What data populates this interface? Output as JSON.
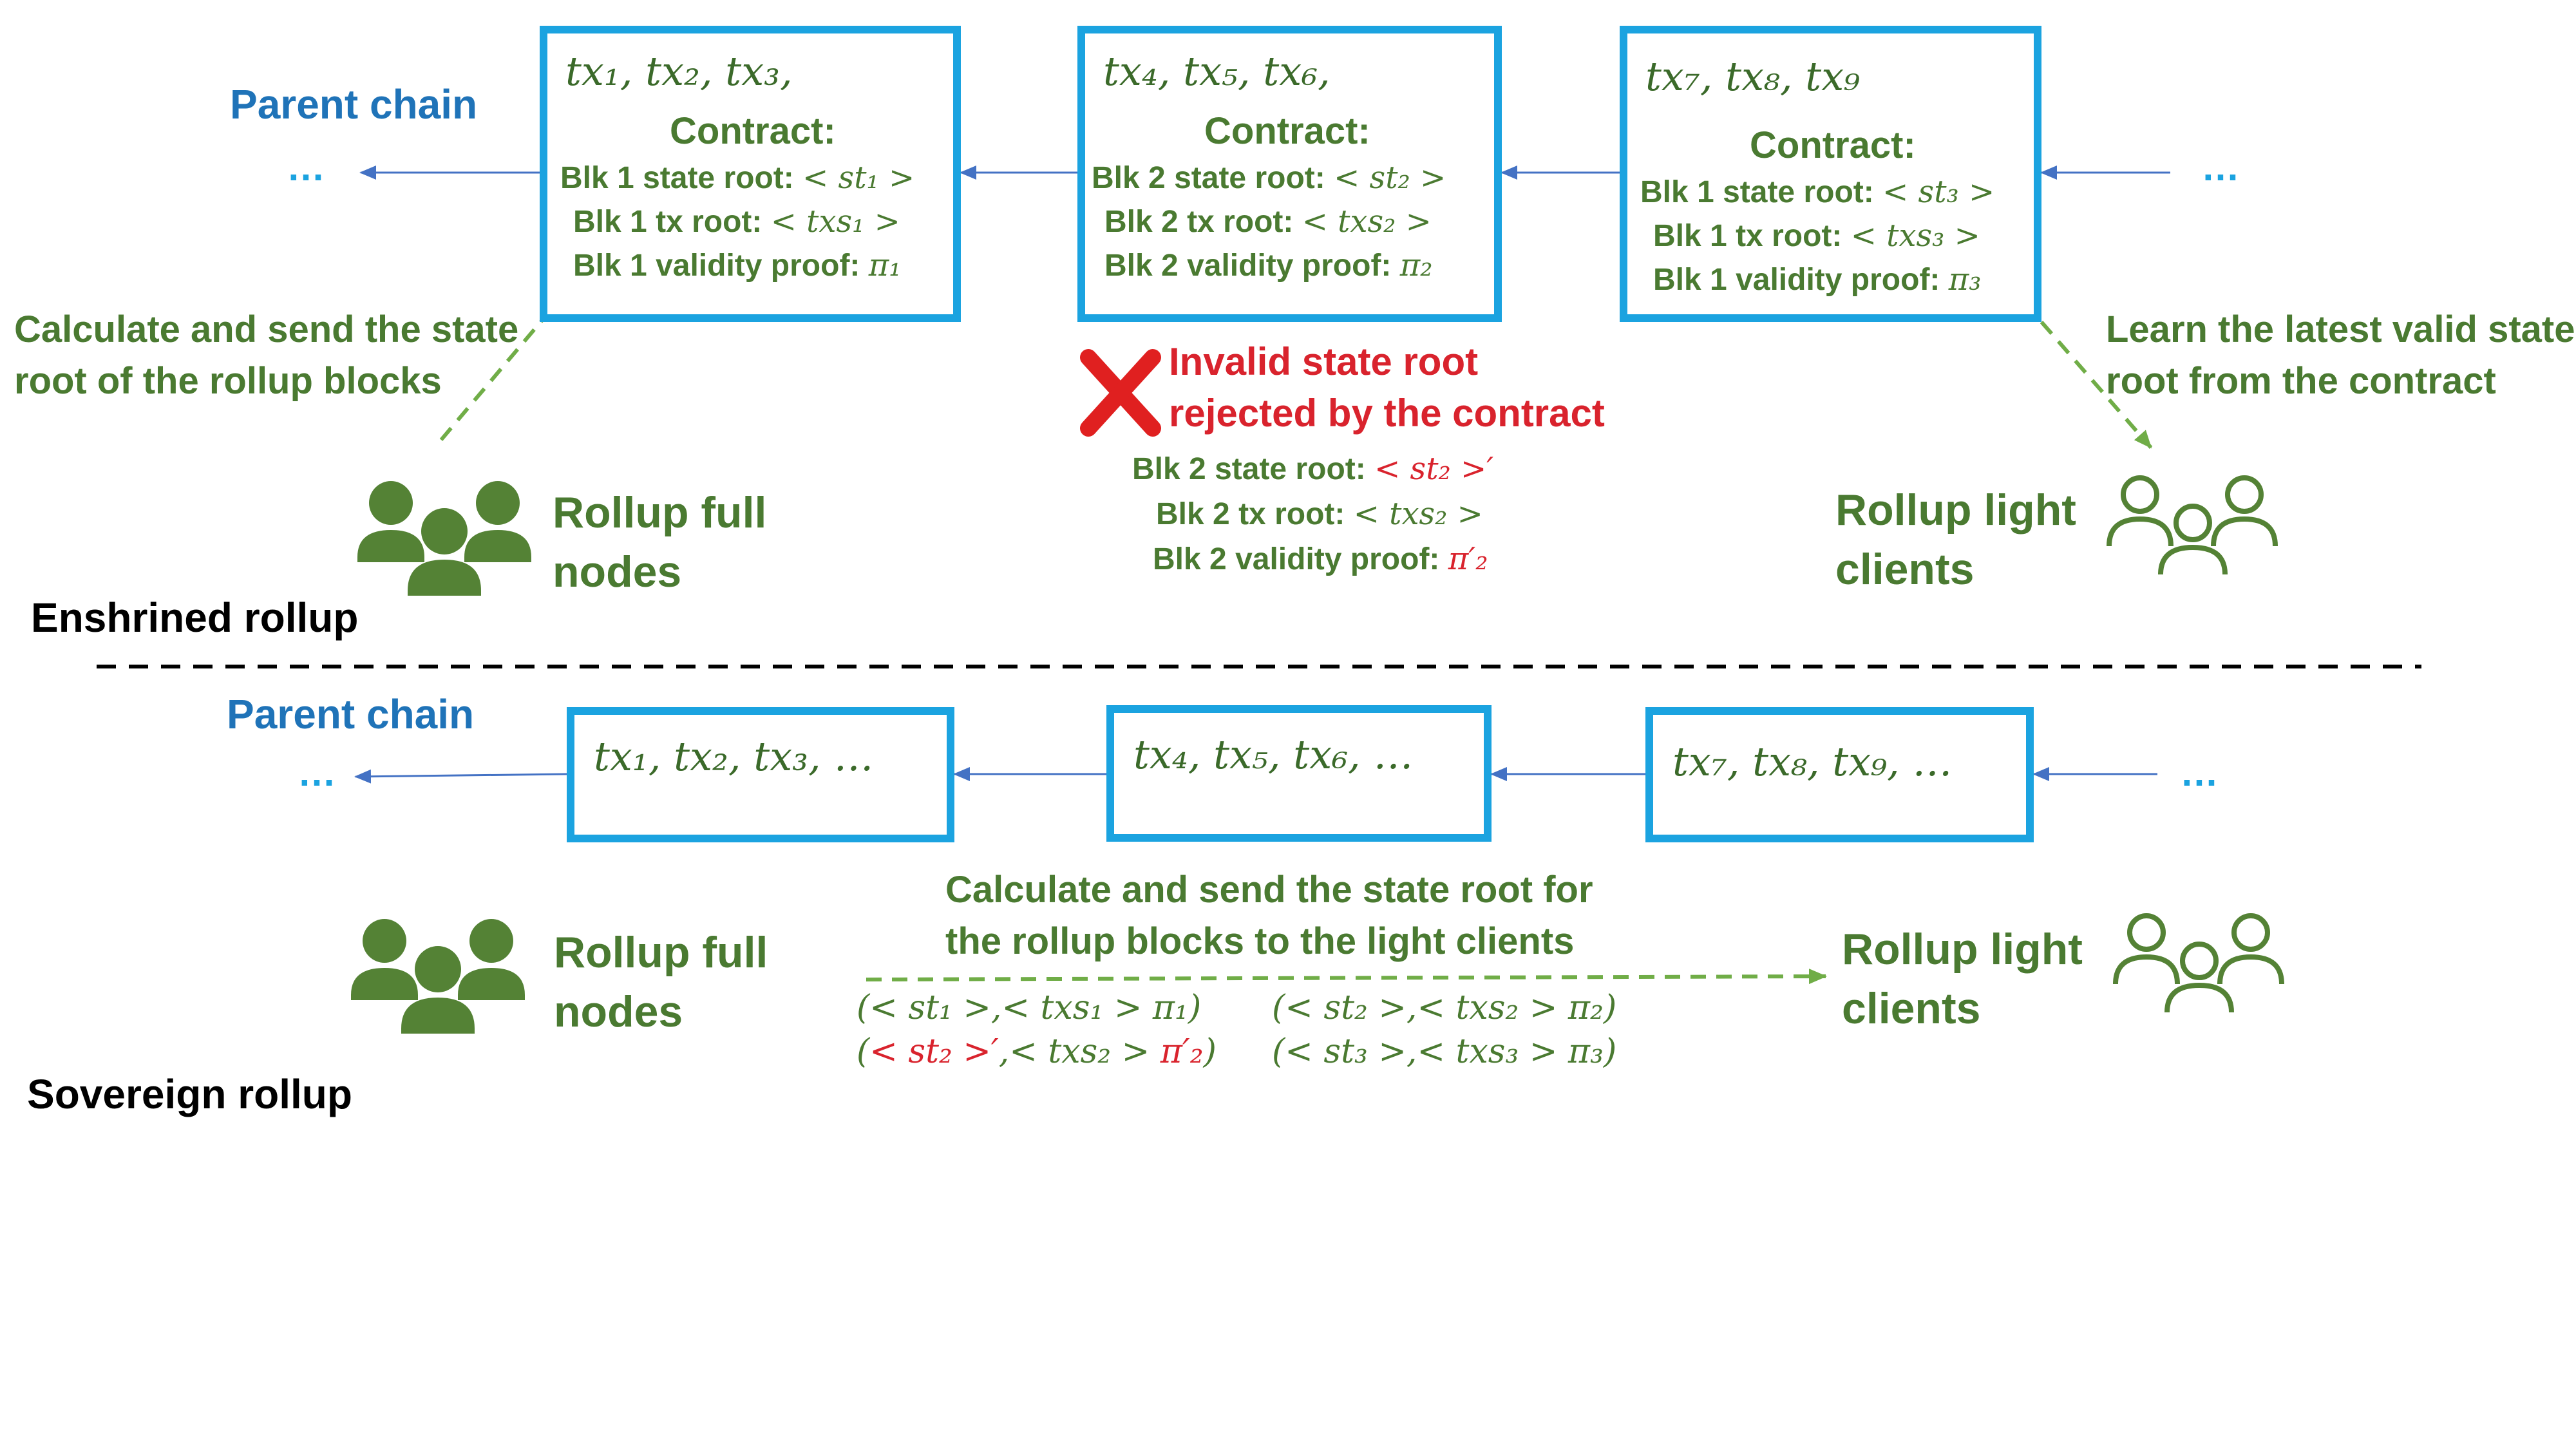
{
  "enshrined": {
    "section_label": "Enshrined rollup",
    "parent_chain_label": "Parent chain",
    "left_dots": "…",
    "right_dots": "…",
    "blocks": [
      {
        "txs": "tx₁, tx₂, tx₃,",
        "contract_title": "Contract:",
        "state_root_label": "Blk 1 state root: ",
        "state_root_value": "< st₁ >",
        "tx_root_label": "Blk 1 tx root: ",
        "tx_root_value": "< txs₁ >",
        "proof_label": "Blk 1 validity proof: ",
        "proof_value": "π₁"
      },
      {
        "txs": "tx₄, tx₅, tx₆,",
        "contract_title": "Contract:",
        "state_root_label": "Blk 2 state root: ",
        "state_root_value": "< st₂ >",
        "tx_root_label": "Blk 2 tx root: ",
        "tx_root_value": "< txs₂ >",
        "proof_label": "Blk 2 validity proof: ",
        "proof_value": "π₂"
      },
      {
        "txs": "tx₇, tx₈, tx₉",
        "contract_title": "Contract:",
        "state_root_label": "Blk 1 state root: ",
        "state_root_value": "< st₃ >",
        "tx_root_label": "Blk 1 tx root: ",
        "tx_root_value": "< txs₃ >",
        "proof_label": "Blk 1 validity proof: ",
        "proof_value": "π₃"
      }
    ],
    "full_nodes_note_line1": "Calculate and send the state",
    "full_nodes_note_line2": "root of the rollup blocks",
    "full_nodes_label_line1": "Rollup full",
    "full_nodes_label_line2": "nodes",
    "invalid_line1": "Invalid state root",
    "invalid_line2": "rejected by the contract",
    "invalid_state_root_label": "Blk 2 state root: ",
    "invalid_state_root_value": "< st₂ >′",
    "invalid_tx_root_label": "Blk 2 tx root: ",
    "invalid_tx_root_value": "< txs₂ >",
    "invalid_proof_label": "Blk 2 validity proof: ",
    "invalid_proof_value": "π′₂",
    "light_note_line1": "Learn the latest valid state",
    "light_note_line2": "root from the contract",
    "light_label_line1": "Rollup light",
    "light_label_line2": "clients"
  },
  "sovereign": {
    "section_label": "Sovereign rollup",
    "parent_chain_label": "Parent chain",
    "left_dots": "…",
    "right_dots": "…",
    "blocks": [
      {
        "txs": "tx₁, tx₂, tx₃, …"
      },
      {
        "txs": "tx₄, tx₅, tx₆, …"
      },
      {
        "txs": "tx₇, tx₈, tx₉, …"
      }
    ],
    "full_nodes_label_line1": "Rollup full",
    "full_nodes_label_line2": "nodes",
    "send_note_line1": "Calculate and send the state root for",
    "send_note_line2": "the rollup blocks to the light clients",
    "tuple_1": "(< st₁ >,< txs₁ > π₁)",
    "tuple_2": "(< st₂ >,< txs₂ > π₂)",
    "tuple_3_invalid_a": "(",
    "tuple_3_invalid_red_1": "< st₂ >′",
    "tuple_3_invalid_b": ",< txs₂ > ",
    "tuple_3_invalid_red_2": "π′₂",
    "tuple_3_invalid_c": ")",
    "tuple_4": "(< st₃ >,< txs₃ > π₃)",
    "light_label_line1": "Rollup light",
    "light_label_line2": "clients"
  },
  "colors": {
    "box_border": "#1ba3e0",
    "green": "#4a7a31",
    "parent_blue": "#1f73b8",
    "arrow_blue": "#4472c4",
    "invalid_red": "#d9232d"
  },
  "icons": {
    "full_nodes": "group-solid-icon",
    "light_clients": "group-outline-icon",
    "reject": "red-x-icon"
  }
}
